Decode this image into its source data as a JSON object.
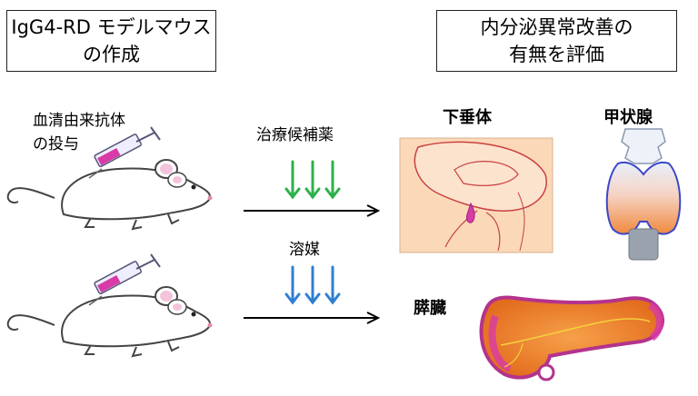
{
  "left_box": {
    "line1": "IgG4-RD モデルマウス",
    "line2": "の作成"
  },
  "right_box": {
    "line1": "内分泌異常改善の",
    "line2": "有無を評価"
  },
  "serum_label": {
    "line1": "血清由来抗体",
    "line2": "の投与"
  },
  "treatment_label": "治療候補薬",
  "solvent_label": "溶媒",
  "organs": {
    "pituitary": "下垂体",
    "thyroid": "甲状腺",
    "pancreas": "膵臓"
  },
  "colors": {
    "treatment_arrow": "#2eb04a",
    "solvent_arrow": "#2f7fd1",
    "syringe": "#d83aa8",
    "pancreas": "#f2913a",
    "thyroid_top": "#e8f0fb",
    "thyroid_bottom": "#f08a3e"
  }
}
